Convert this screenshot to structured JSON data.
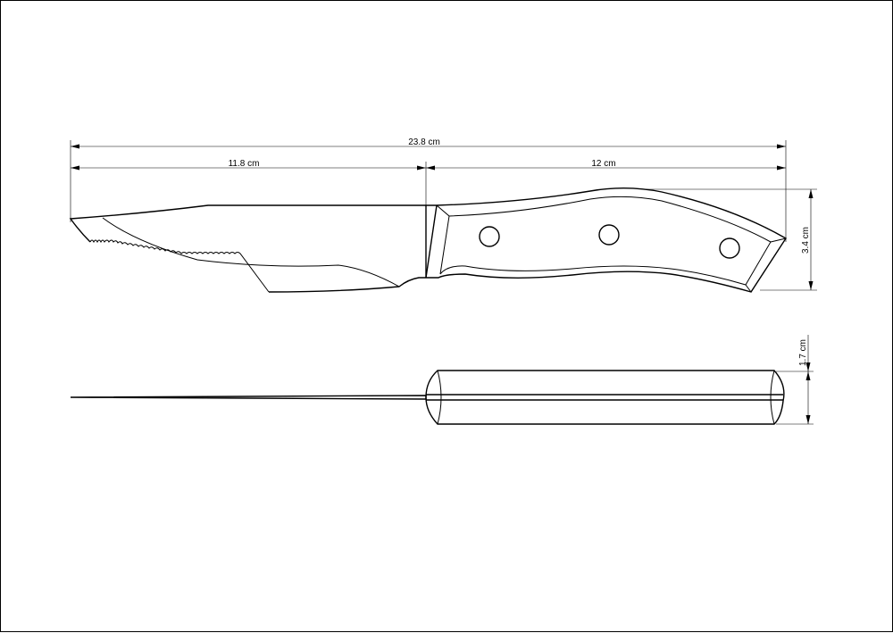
{
  "dimensions": {
    "overall_length": "23.8 cm",
    "blade_length": "11.8 cm",
    "handle_length": "12 cm",
    "handle_height": "3.4 cm",
    "handle_thickness": "1.7 cm"
  },
  "colors": {
    "line": "#000000",
    "background": "#ffffff"
  }
}
